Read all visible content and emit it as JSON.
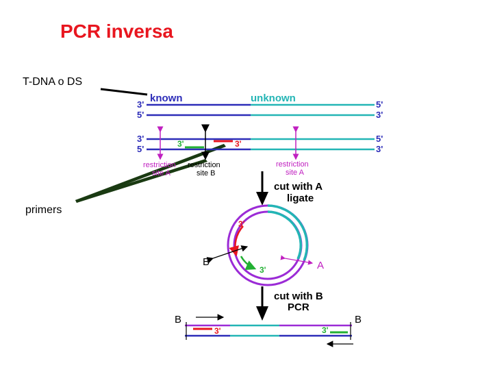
{
  "title": "PCR inversa",
  "left_labels": {
    "tdna": "T-DNA o DS",
    "primers": "primers"
  },
  "colors": {
    "known": "#2c2cb8",
    "unknown": "#23b5b5",
    "purple": "#9b2bd6",
    "red": "#e8161f",
    "green": "#22b033",
    "magenta": "#c020c0",
    "dark_green": "#1a3a12"
  },
  "diagram": {
    "known": "known",
    "unknown": "unknown",
    "end_3": "3'",
    "end_5": "5'",
    "restriction_site_a": "restriction site A",
    "restriction_site_b": "restriction site B",
    "cut_with_a": "cut with A",
    "ligate": "ligate",
    "cut_with_b": "cut with B",
    "pcr": "PCR",
    "label_a": "A",
    "label_b": "B"
  }
}
